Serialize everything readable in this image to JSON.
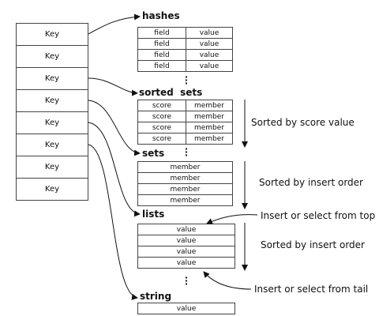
{
  "keys": [
    "Key",
    "Key",
    "Key",
    "Key",
    "Key",
    "Key",
    "Key",
    "Key"
  ],
  "hashes": {
    "title": "hashes",
    "rows": [
      [
        "field",
        "value"
      ],
      [
        "field",
        "value"
      ],
      [
        "field",
        "value"
      ],
      [
        "field",
        "value"
      ]
    ]
  },
  "sorted_sets": {
    "title": "sorted  sets",
    "rows": [
      [
        "score",
        "member"
      ],
      [
        "score",
        "member"
      ],
      [
        "score",
        "member"
      ],
      [
        "score",
        "member"
      ]
    ],
    "note": "Sorted by score value"
  },
  "sets": {
    "title": "sets",
    "rows": [
      "member",
      "member",
      "member",
      "member"
    ],
    "note": "Sorted by insert order"
  },
  "lists": {
    "title": "lists",
    "rows": [
      "value",
      "value",
      "value",
      "value"
    ],
    "note_top": "Insert or select from top",
    "note_order": "Sorted by insert order",
    "note_tail": "Insert or select from tail"
  },
  "string": {
    "title": "string",
    "value": "value"
  }
}
